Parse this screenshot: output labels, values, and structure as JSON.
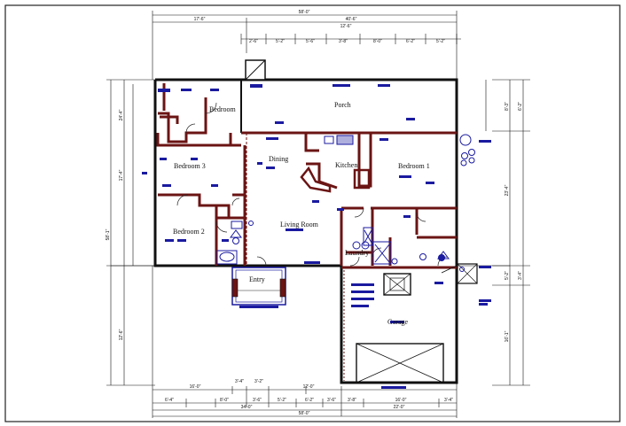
{
  "plan": {
    "rooms": {
      "bedroom_top": "Bedroom",
      "porch": "Porch",
      "dining": "Dining",
      "kitchen": "Kitchen",
      "bedroom_1": "Bedroom 1",
      "bedroom_3": "Bedroom 3",
      "bedroom_2": "Bedroom 2",
      "living_room": "Living Room",
      "laundry": "Laundry",
      "entry": "Entry",
      "garage": "Garage"
    },
    "dimensions": {
      "top_overall": "58'-0\"",
      "top_row1_left": "17'-6\"",
      "top_row1_right": "40'-6\"",
      "top_row2": [
        "2'-6\"",
        "5'-2\"",
        "5'-6\"",
        "3'-8\"",
        "8'-0\"",
        "6'-2\"",
        "5'-2\""
      ],
      "top_row2_mid": "12'-6\"",
      "left_overall": "58'-1\"",
      "left_upper": "24'-4\"",
      "left_mid": "17'-4\"",
      "left_lower": "12'-6\"",
      "right_a": "8'-3\"",
      "right_b": "6'-2\"",
      "right_c": "23'-4\"",
      "right_d": "5'-2\"",
      "right_e": "3'-4\"",
      "right_f": "16'-1\"",
      "bottom_row1_left": "16'-0\"",
      "bottom_row1_mid": "3'-4\"",
      "bottom_row1_mid2": "3'-2\"",
      "bottom_row1_right": "12'-0\"",
      "bottom_row2": [
        "6'-4\"",
        "8'-0\"",
        "3'-6\"",
        "5'-2\"",
        "6'-2\"",
        "3'-6\"",
        "3'-8\"",
        "16'-0\"",
        "3'-4\""
      ],
      "bottom_row3_left": "34'-0\"",
      "bottom_row3_right": "22'-0\"",
      "bottom_overall": "58'-0\""
    }
  }
}
